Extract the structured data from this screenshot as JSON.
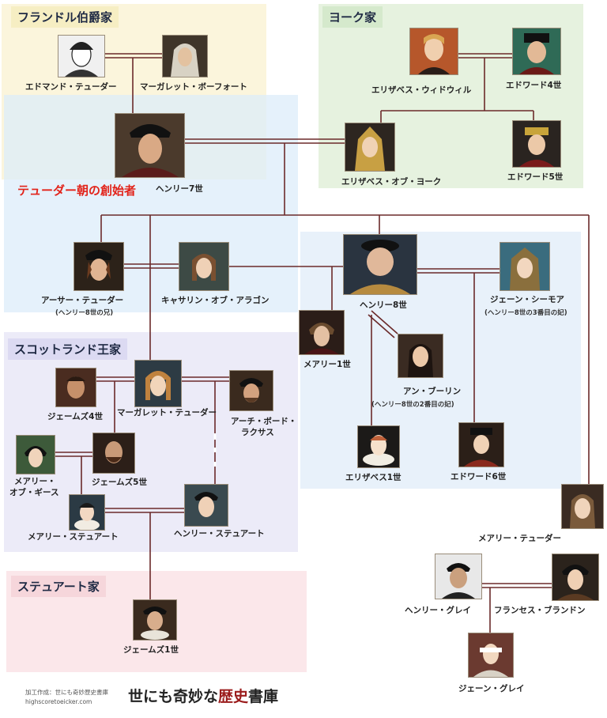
{
  "houses": {
    "flanders": "フランドル伯爵家",
    "york": "ヨーク家",
    "scotland": "スコットランド王家",
    "stuart": "ステュアート家"
  },
  "founder_label": "テューダー朝の創始者",
  "people": {
    "edmund": "エドマンド・テューダー",
    "margaret_beaufort": "マーガレット・ボーフォート",
    "elizabeth_woodville": "エリザベス・ウィドウィル",
    "edward4": "エドワード4世",
    "henry7": "ヘンリー7世",
    "elizabeth_york": "エリザベス・オブ・ヨーク",
    "edward5": "エドワード5世",
    "arthur": "アーサー・テューダー",
    "arthur_note": "(ヘンリー8世の兄)",
    "catherine": "キャサリン・オブ・アラゴン",
    "henry8": "ヘンリー8世",
    "jane_seymour": "ジェーン・シーモア",
    "jane_seymour_note": "(ヘンリー8世の3番目の妃)",
    "mary1": "メアリー1世",
    "anne_boleyn": "アン・ブーリン",
    "anne_boleyn_note": "(ヘンリー8世の2番目の妃)",
    "elizabeth1": "エリザベス1世",
    "edward6": "エドワード6世",
    "james4": "ジェームズ4世",
    "margaret_tudor": "マーガレット・テューダー",
    "archibald_1": "アーチ・ボード・",
    "archibald_2": "ラクサス",
    "mary_guise_1": "メアリー・",
    "mary_guise_2": "オブ・ギース",
    "james5": "ジェームズ5世",
    "mary_stuart": "メアリー・ステュアート",
    "henry_stuart": "ヘンリー・ステュアート",
    "james1": "ジェームズ1世",
    "mary_tudor": "メアリー・テューダー",
    "henry_grey": "ヘンリー・グレイ",
    "frances_brandon": "フランセス・ブランドン",
    "jane_grey": "ジェーン・グレイ"
  },
  "footer": {
    "credit_line1": "加工作成：世にも奇妙歴史書庫",
    "credit_line2": "highscoretoeicker.com",
    "logo_part1": "世にも奇妙な",
    "logo_part2": "歴史",
    "logo_part3": "書庫"
  },
  "colors": {
    "flanders_bg": "#fbf5dc",
    "york_bg": "#e6f2df",
    "tudor_bg": "#e6f1fa",
    "scotland_bg": "#ecebf8",
    "stuart_bg": "#fbe7ea",
    "line": "#6b2a2a",
    "founder_red": "#e2231a"
  }
}
